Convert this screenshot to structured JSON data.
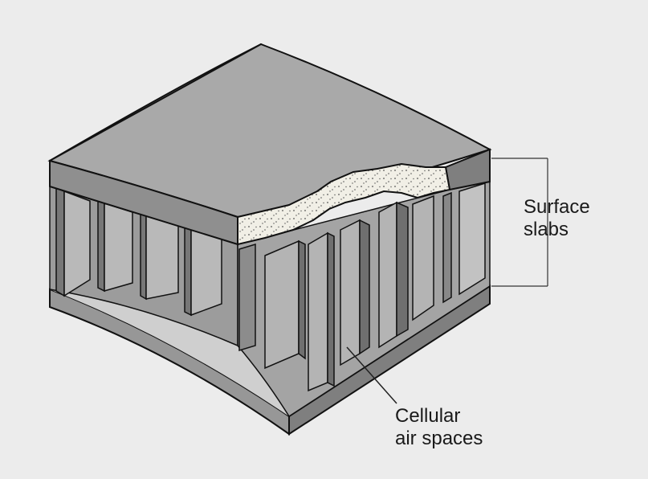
{
  "labels": {
    "surface_line1": "Surface",
    "surface_line2": "slabs",
    "cellular_line1": "Cellular",
    "cellular_line2": "air spaces"
  },
  "colors": {
    "background": "#ececec",
    "slab_top": "#a9a9a9",
    "slab_edge": "#8f8f8f",
    "outline": "#111111",
    "foam": "#f1efe6",
    "web_face": "#b5b5b5",
    "web_side": "#8a8a8a",
    "cell_back": "#9c9c9c"
  }
}
